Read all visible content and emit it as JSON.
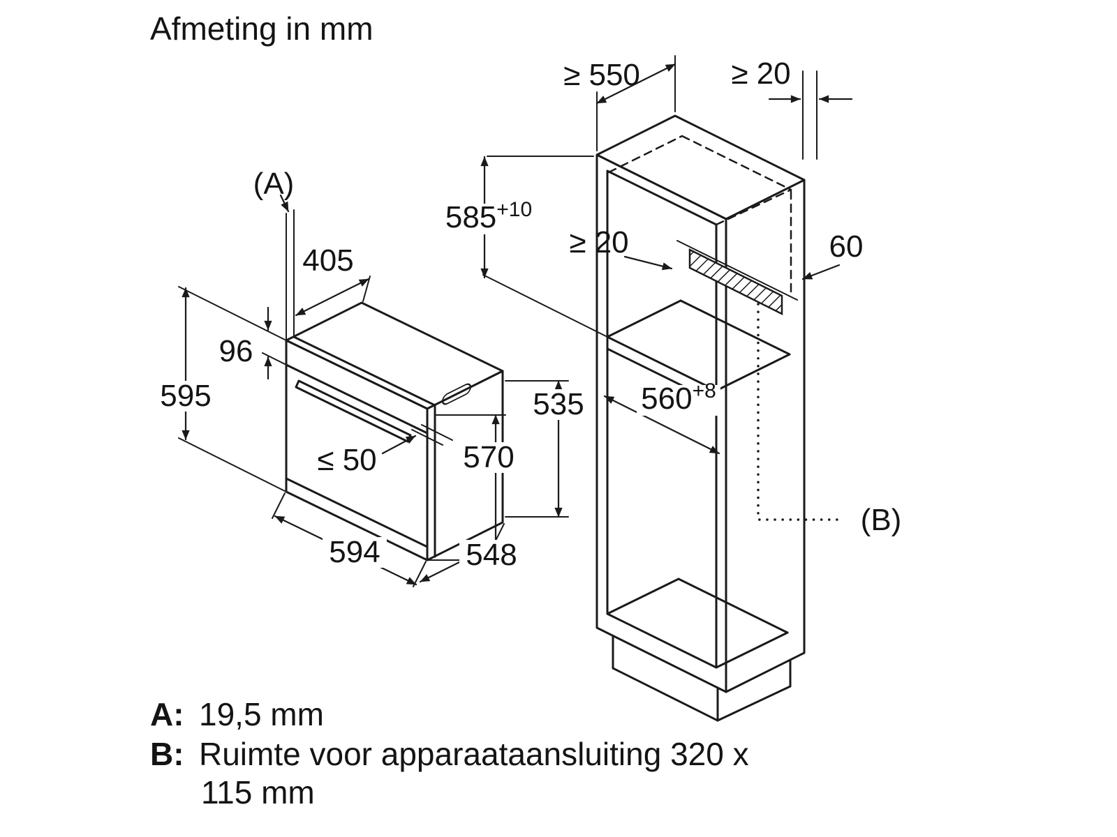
{
  "title": "Afmeting in mm",
  "oven_dims": {
    "a_ref": "(A)",
    "d405": "405",
    "d96": "96",
    "d595": "595",
    "le50": "≤ 50",
    "d570": "570",
    "d594": "594",
    "d548": "548",
    "d535": "535"
  },
  "cabinet_dims": {
    "ge550": "≥ 550",
    "ge20_top": "≥ 20",
    "d585": "585",
    "d585_tol": "+10",
    "ge20_mid": "≥ 20",
    "d60": "60",
    "d560": "560",
    "d560_tol": "+8",
    "b_ref": "(B)"
  },
  "legend": {
    "a_key": "A:",
    "a_value": "19,5 mm",
    "b_key": "B:",
    "b_value_line1": "Ruimte voor apparaataansluiting 320 x",
    "b_value_line2": "115 mm"
  },
  "colors": {
    "line": "#1a1a1a",
    "background": "#ffffff"
  }
}
